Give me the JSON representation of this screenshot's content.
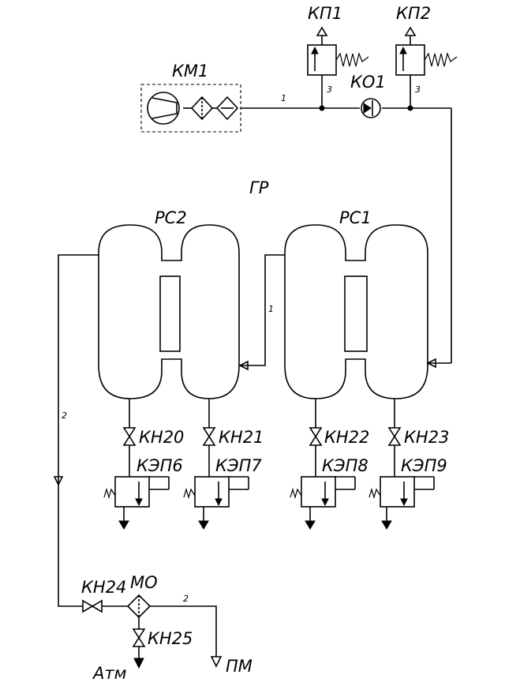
{
  "components": {
    "compressor": "КМ1",
    "relief_valve_1": "КП1",
    "relief_valve_2": "КП2",
    "check_valve": "КО1",
    "group": "ГР",
    "tank_1": "РС1",
    "tank_2": "РС2",
    "valve_20": "КН20",
    "valve_21": "КН21",
    "valve_22": "КН22",
    "valve_23": "КН23",
    "valve_24": "КН24",
    "valve_25": "КН25",
    "solenoid_6": "КЭП6",
    "solenoid_7": "КЭП7",
    "solenoid_8": "КЭП8",
    "solenoid_9": "КЭП9",
    "separator": "МО",
    "atmosphere": "Атм",
    "consumer": "ПМ"
  },
  "line_marks": {
    "main_line": "1",
    "relief_line_1": "3",
    "relief_line_2": "3",
    "crossover_line": "1",
    "drain_line": "2",
    "outlet_line": "2"
  }
}
